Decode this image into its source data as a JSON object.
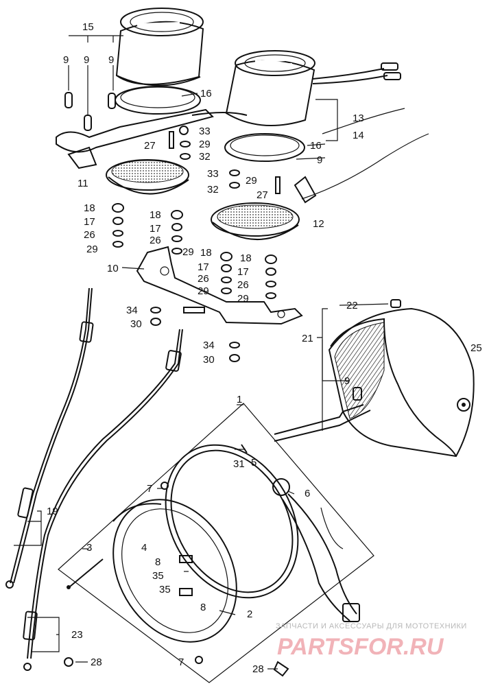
{
  "diagram": {
    "callouts": [
      {
        "id": "c15",
        "text": "15"
      },
      {
        "id": "c9a",
        "text": "9"
      },
      {
        "id": "c9b",
        "text": "9"
      },
      {
        "id": "c9c",
        "text": "9"
      },
      {
        "id": "c16a",
        "text": "16"
      },
      {
        "id": "c13",
        "text": "13"
      },
      {
        "id": "c14",
        "text": "14"
      },
      {
        "id": "c33a",
        "text": "33"
      },
      {
        "id": "c27a",
        "text": "27"
      },
      {
        "id": "c29a",
        "text": "29"
      },
      {
        "id": "c32a",
        "text": "32"
      },
      {
        "id": "c16b",
        "text": "16"
      },
      {
        "id": "c9d",
        "text": "9"
      },
      {
        "id": "c11",
        "text": "11"
      },
      {
        "id": "c33b",
        "text": "33"
      },
      {
        "id": "c29b",
        "text": "29"
      },
      {
        "id": "c32b",
        "text": "32"
      },
      {
        "id": "c27b",
        "text": "27"
      },
      {
        "id": "c18a",
        "text": "18"
      },
      {
        "id": "c18b",
        "text": "18"
      },
      {
        "id": "c12",
        "text": "12"
      },
      {
        "id": "c17a",
        "text": "17"
      },
      {
        "id": "c17b",
        "text": "17"
      },
      {
        "id": "c26a",
        "text": "26"
      },
      {
        "id": "c26b",
        "text": "26"
      },
      {
        "id": "c29c",
        "text": "29"
      },
      {
        "id": "c29d",
        "text": "29"
      },
      {
        "id": "c18c",
        "text": "18"
      },
      {
        "id": "c18d",
        "text": "18"
      },
      {
        "id": "c10",
        "text": "10"
      },
      {
        "id": "c17c",
        "text": "17"
      },
      {
        "id": "c17d",
        "text": "17"
      },
      {
        "id": "c26c",
        "text": "26"
      },
      {
        "id": "c26d",
        "text": "26"
      },
      {
        "id": "c29e",
        "text": "29"
      },
      {
        "id": "c29f",
        "text": "29"
      },
      {
        "id": "c22",
        "text": "22"
      },
      {
        "id": "c34a",
        "text": "34"
      },
      {
        "id": "c30a",
        "text": "30"
      },
      {
        "id": "c21",
        "text": "21"
      },
      {
        "id": "c25",
        "text": "25"
      },
      {
        "id": "c34b",
        "text": "34"
      },
      {
        "id": "c30b",
        "text": "30"
      },
      {
        "id": "c9e",
        "text": "9"
      },
      {
        "id": "c1",
        "text": "1"
      },
      {
        "id": "c5",
        "text": "5"
      },
      {
        "id": "c31",
        "text": "31"
      },
      {
        "id": "c7a",
        "text": "7"
      },
      {
        "id": "c6",
        "text": "6"
      },
      {
        "id": "c19",
        "text": "19"
      },
      {
        "id": "c4",
        "text": "4"
      },
      {
        "id": "c3",
        "text": "3"
      },
      {
        "id": "c8a",
        "text": "8"
      },
      {
        "id": "c35a",
        "text": "35"
      },
      {
        "id": "c35b",
        "text": "35"
      },
      {
        "id": "c8b",
        "text": "8"
      },
      {
        "id": "c2",
        "text": "2"
      },
      {
        "id": "c23",
        "text": "23"
      },
      {
        "id": "c28a",
        "text": "28"
      },
      {
        "id": "c7b",
        "text": "7"
      },
      {
        "id": "c28b",
        "text": "28"
      }
    ]
  },
  "watermark": {
    "caption": "ЗАПЧАСТИ И АКСЕССУАРЫ ДЛЯ МОТОТЕХНИКИ",
    "brand": "PARTSFOR.RU"
  },
  "colors": {
    "ink": "#111111",
    "watermark_brand": "#f1b3b8",
    "watermark_caption": "#b8b8b8"
  }
}
